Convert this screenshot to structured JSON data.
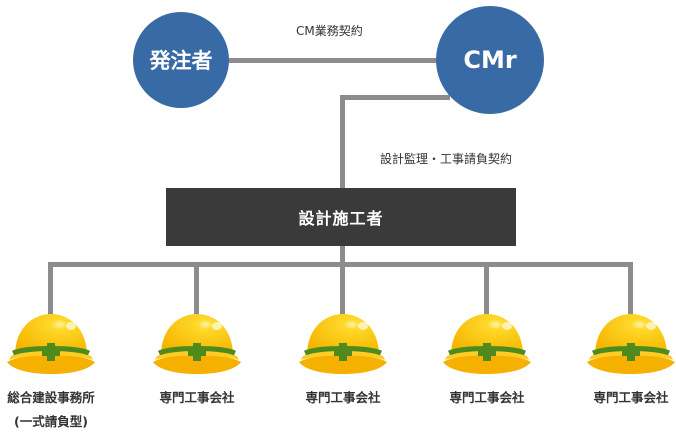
{
  "diagram": {
    "owner": {
      "label": "発注者"
    },
    "cm": {
      "label": "CMr"
    },
    "cm_contract_label": "CM業務契約",
    "design_build_contract_label": "設計監理・工事請負契約",
    "design_builder": {
      "label": "設計施工者"
    },
    "subcontractors": [
      {
        "label": "総合建設事務所",
        "sublabel": "(一式請負型)"
      },
      {
        "label": "専門工事会社"
      },
      {
        "label": "専門工事会社"
      },
      {
        "label": "専門工事会社"
      },
      {
        "label": "専門工事会社"
      }
    ],
    "colors": {
      "circle": "#386aa6",
      "box": "#3a3a3a",
      "line": "#8c8c8c",
      "helmet": "#fdc215",
      "helmet_band": "#4e8a1c"
    }
  }
}
